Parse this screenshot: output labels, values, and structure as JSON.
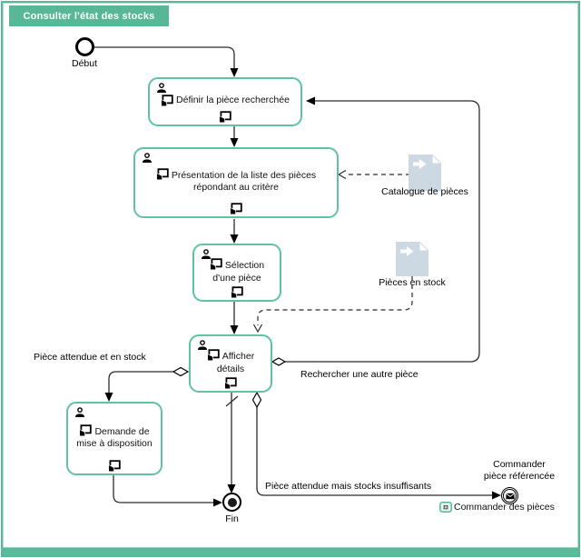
{
  "title": "Consulter l'état des stocks",
  "events": {
    "start": "Début",
    "end": "Fin",
    "order_line1": "Commander",
    "order_line2": "pièce référencée",
    "order_link": "Commander des pièces"
  },
  "tasks": {
    "define": "Définir la pièce recherchée",
    "present": "Présentation de la liste des pièces répondant au critère",
    "select": "Sélection d'une pièce",
    "details": "Afficher détails",
    "request": "Demande de mise à disposition"
  },
  "documents": {
    "catalogue": "Catalogue de pièces",
    "stock": "Pièces en stock"
  },
  "flows": {
    "in_stock": "Pièce attendue et en stock",
    "search_again": "Rechercher une autre pièce",
    "insufficient": "Pièce attendue mais stocks insuffisants"
  },
  "colors": {
    "accent": "#57b796",
    "task_border": "#5fc2a1",
    "doc_fill": "#cdd9e2",
    "line": "#2b2b2b"
  }
}
